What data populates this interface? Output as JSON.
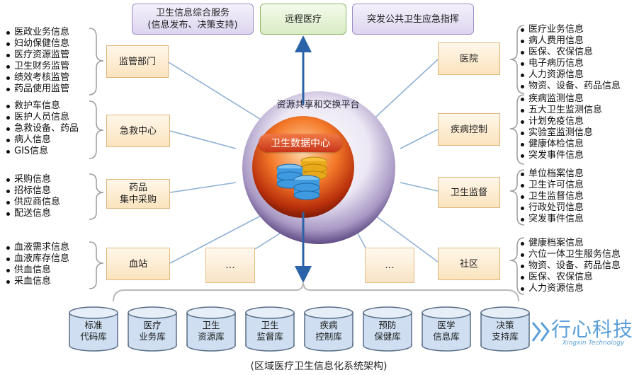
{
  "top": {
    "info_service": "卫生信息综合服务\n(信息发布、决策支持)",
    "telemedicine": "远程医疗",
    "emergency_command": "突发公共卫生应急指挥"
  },
  "center": {
    "platform_label": "资源共享和交换平台",
    "data_center_label": "卫生数据中心"
  },
  "left_departments": [
    {
      "label": "监管部门",
      "items": [
        "医政业务信息",
        "妇幼保健信息",
        "医疗资源监管",
        "卫生财务监管",
        "绩效考核监管",
        "药品使用监管"
      ]
    },
    {
      "label": "急救中心",
      "items": [
        "救护车信息",
        "医护人员信息",
        "急救设备、药品",
        "病人信息",
        "GIS信息"
      ]
    },
    {
      "label": "药品\n集中采购",
      "items": [
        "采购信息",
        "招标信息",
        "供应商信息",
        "配送信息"
      ]
    },
    {
      "label": "血站",
      "items": [
        "血液需求信息",
        "血液库存信息",
        "供血信息",
        "采血信息"
      ]
    }
  ],
  "right_departments": [
    {
      "label": "医院",
      "items": [
        "医疗业务信息",
        "病人费用信息",
        "医保、农保信息",
        "电子病历信息",
        "人力资源信息",
        "物资、设备、药品信息"
      ]
    },
    {
      "label": "疾病控制",
      "items": [
        "疾病监测信息",
        "五大卫生监测信息",
        "计划免疫信息",
        "实验室监测信息",
        "健康体检信息",
        "突发事件信息"
      ]
    },
    {
      "label": "卫生监督",
      "items": [
        "单位档案信息",
        "卫生许可信息",
        "卫生监督信息",
        "行政处罚信息",
        "突发事件信息"
      ]
    },
    {
      "label": "社区",
      "items": [
        "健康档案信息",
        "六位一体卫生服务信息",
        "物资、设备、药品信息",
        "医保、农保信息",
        "人力资源信息"
      ]
    }
  ],
  "ellipsis_left": "...",
  "ellipsis_right": "...",
  "databases": [
    "标准\n代码库",
    "医疗\n业务库",
    "卫生\n资源库",
    "卫生\n监督库",
    "疾病\n控制库",
    "预防\n保健库",
    "医学\n信息库",
    "决策\n支持库"
  ],
  "caption": "(区域医疗卫生信息化系统架构)",
  "watermark": {
    "name": "行心科技",
    "sub": "Xingxin Technology"
  },
  "colors": {
    "arrow": "#2a63a8",
    "circle_outer": "#6e5a93",
    "data_center": "#c8351a",
    "db_blue": "#cfdff1"
  }
}
